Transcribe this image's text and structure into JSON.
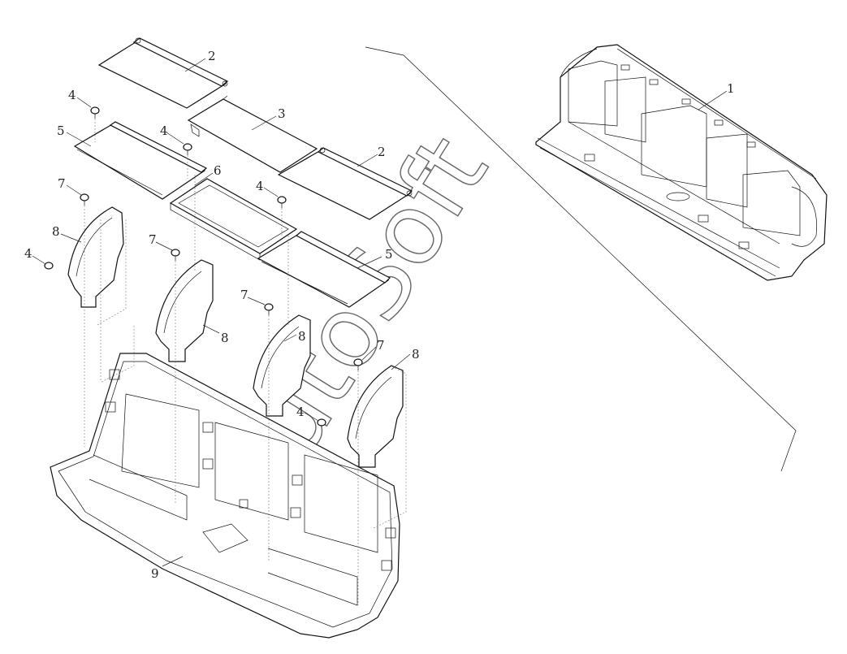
{
  "callouts": [
    {
      "id": "c1",
      "text": "1"
    },
    {
      "id": "c2a",
      "text": "2"
    },
    {
      "id": "c2b",
      "text": "2"
    },
    {
      "id": "c3",
      "text": "3"
    },
    {
      "id": "c4a",
      "text": "4"
    },
    {
      "id": "c4b",
      "text": "4"
    },
    {
      "id": "c4c",
      "text": "4"
    },
    {
      "id": "c4d",
      "text": "4"
    },
    {
      "id": "c4e",
      "text": "4"
    },
    {
      "id": "c5a",
      "text": "5"
    },
    {
      "id": "c5b",
      "text": "5"
    },
    {
      "id": "c6",
      "text": "6"
    },
    {
      "id": "c7a",
      "text": "7"
    },
    {
      "id": "c7b",
      "text": "7"
    },
    {
      "id": "c7c",
      "text": "7"
    },
    {
      "id": "c7d",
      "text": "7"
    },
    {
      "id": "c8a",
      "text": "8"
    },
    {
      "id": "c8b",
      "text": "8"
    },
    {
      "id": "c8c",
      "text": "8"
    },
    {
      "id": "c8d",
      "text": "8"
    },
    {
      "id": "c9",
      "text": "9"
    }
  ],
  "watermark": "AutoSoft"
}
